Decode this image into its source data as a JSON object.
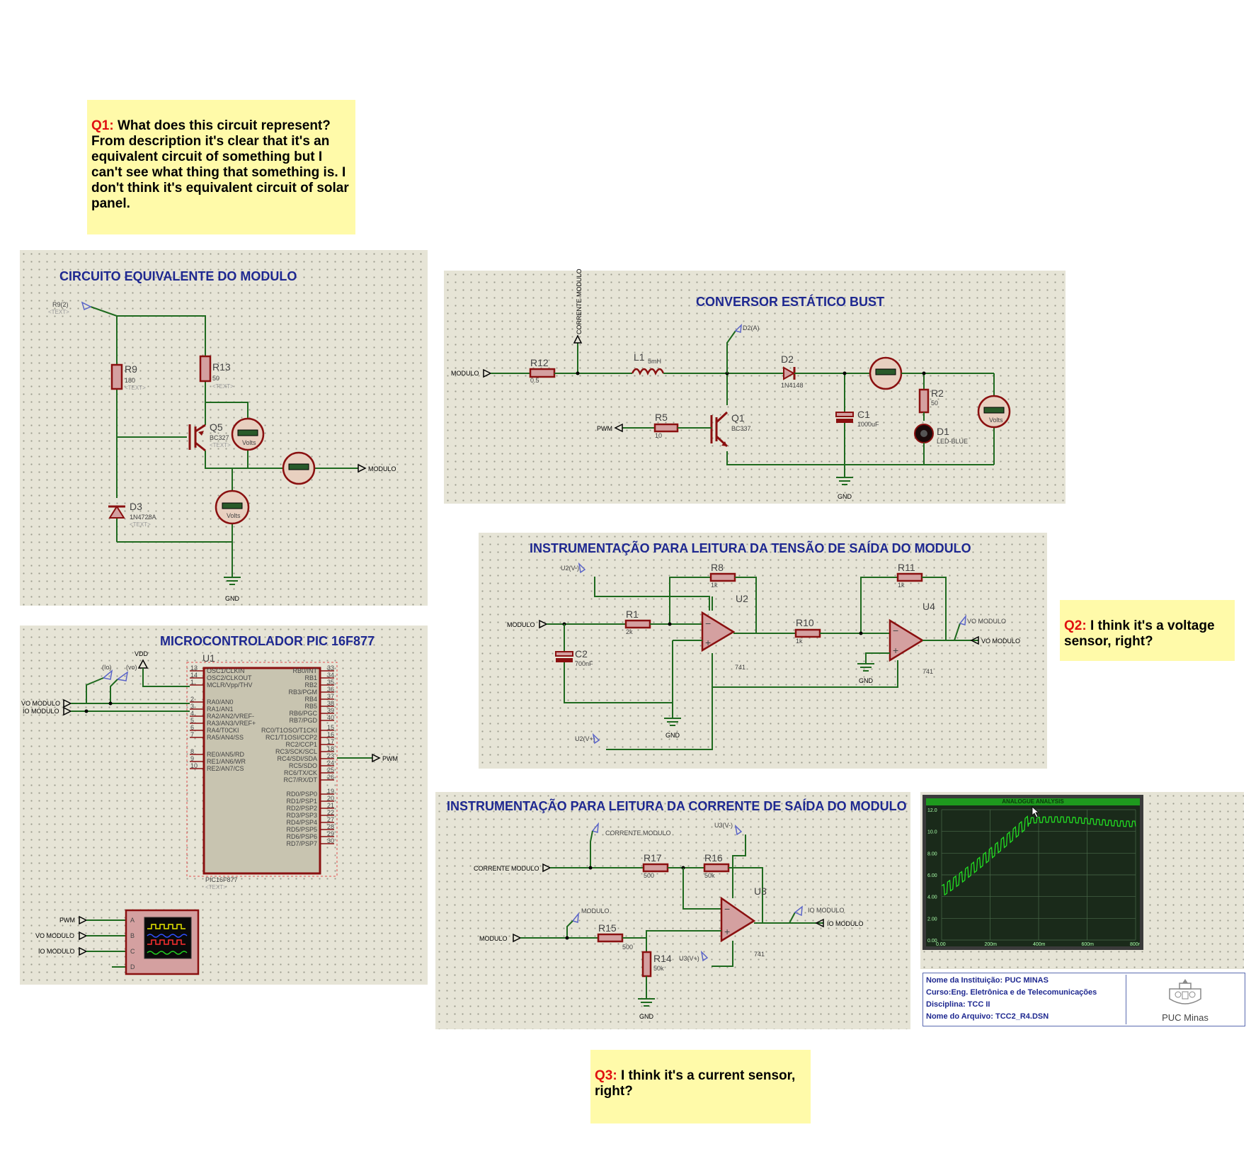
{
  "notes": {
    "q1": {
      "label": "Q1:",
      "text": "What does this circuit represent? From description it's clear that it's an equivalent circuit of something but I can't see what thing that something is. I don't think it's equivalent circuit of solar panel."
    },
    "q2": {
      "label": "Q2:",
      "text": "I think it's a voltage sensor, right?"
    },
    "q3": {
      "label": "Q3:",
      "text": "I think it's a current sensor, right?"
    }
  },
  "panels": {
    "equivalent": {
      "title": "CIRCUITO EQUIVALENTE DO MODULO",
      "r9": {
        "ref": "R9",
        "value": "180"
      },
      "r13": {
        "ref": "R13",
        "value": "50"
      },
      "q5": {
        "ref": "Q5",
        "value": "BC327"
      },
      "d3": {
        "ref": "D3",
        "value": "1N4728A"
      },
      "probe": "R9(2)",
      "modulo": "MODULO",
      "gnd": "GND",
      "text_tag": "<TEXT>"
    },
    "boost": {
      "title": "CONVERSOR ESTÁTICO BUST",
      "modulo": "MODULO",
      "corrente": "CORRENTE MODULO",
      "pwm": "PWM",
      "r12": {
        "ref": "R12",
        "value": "0.5"
      },
      "l1": {
        "ref": "L1",
        "value": "5mH"
      },
      "d2": {
        "ref": "D2",
        "value": "1N4148"
      },
      "d2a": "D2(A)",
      "r5": {
        "ref": "R5",
        "value": "10"
      },
      "q1": {
        "ref": "Q1",
        "value": "BC337"
      },
      "c1": {
        "ref": "C1",
        "value": "1000uF"
      },
      "r2": {
        "ref": "R2",
        "value": "50"
      },
      "d1": {
        "ref": "D1",
        "value": "LED-BLUE"
      },
      "gnd": "GND"
    },
    "voltage": {
      "title": "INSTRUMENTAÇÃO PARA LEITURA DA TENSÃO DE SAÍDA DO MODULO",
      "u2m": "U2(V-)",
      "u2p": "U2(V+)",
      "modulo": "MODULO",
      "r8": {
        "ref": "R8",
        "value": "1k"
      },
      "r1": {
        "ref": "R1",
        "value": "2k"
      },
      "c2": {
        "ref": "C2",
        "value": "700nF"
      },
      "u2": {
        "ref": "U2",
        "value": "741"
      },
      "r10": {
        "ref": "R10",
        "value": "1k"
      },
      "r11": {
        "ref": "R11",
        "value": "1k"
      },
      "u4": {
        "ref": "U4",
        "value": "741"
      },
      "vo_probe": "VO MODULO",
      "vo_term": "VO MODULO",
      "gnd": "GND"
    },
    "micro": {
      "title": "MICROCONTROLADOR PIC 16F877",
      "u1": "U1",
      "part": "PIC16F877",
      "vdd": "VDD",
      "io_probe": "(Io)",
      "vo_probe": "(vo)",
      "vo_term": "VO MODULO",
      "io_term": "IO MODULO",
      "pwm": "PWM",
      "left_pins": [
        {
          "num": "13",
          "name": "OSC1/CLKIN"
        },
        {
          "num": "14",
          "name": "OSC2/CLKOUT"
        },
        {
          "num": "1",
          "name": "MCLR/Vpp/THV"
        },
        {
          "num": "2",
          "name": "RA0/AN0"
        },
        {
          "num": "3",
          "name": "RA1/AN1"
        },
        {
          "num": "4",
          "name": "RA2/AN2/VREF-"
        },
        {
          "num": "5",
          "name": "RA3/AN3/VREF+"
        },
        {
          "num": "6",
          "name": "RA4/T0CKI"
        },
        {
          "num": "7",
          "name": "RA5/AN4/SS"
        },
        {
          "num": "8",
          "name": "RE0/AN5/RD"
        },
        {
          "num": "9",
          "name": "RE1/AN6/WR"
        },
        {
          "num": "10",
          "name": "RE2/AN7/CS"
        }
      ],
      "right_pins": [
        {
          "num": "33",
          "name": "RB0/INT"
        },
        {
          "num": "34",
          "name": "RB1"
        },
        {
          "num": "35",
          "name": "RB2"
        },
        {
          "num": "36",
          "name": "RB3/PGM"
        },
        {
          "num": "37",
          "name": "RB4"
        },
        {
          "num": "38",
          "name": "RB5"
        },
        {
          "num": "39",
          "name": "RB6/PGC"
        },
        {
          "num": "40",
          "name": "RB7/PGD"
        },
        {
          "num": "15",
          "name": "RC0/T1OSO/T1CKI"
        },
        {
          "num": "16",
          "name": "RC1/T1OSI/CCP2"
        },
        {
          "num": "17",
          "name": "RC2/CCP1"
        },
        {
          "num": "18",
          "name": "RC3/SCK/SCL"
        },
        {
          "num": "23",
          "name": "RC4/SDI/SDA"
        },
        {
          "num": "24",
          "name": "RC5/SDO"
        },
        {
          "num": "25",
          "name": "RC6/TX/CK"
        },
        {
          "num": "26",
          "name": "RC7/RX/DT"
        },
        {
          "num": "19",
          "name": "RD0/PSP0"
        },
        {
          "num": "20",
          "name": "RD1/PSP1"
        },
        {
          "num": "21",
          "name": "RD2/PSP2"
        },
        {
          "num": "22",
          "name": "RD3/PSP3"
        },
        {
          "num": "27",
          "name": "RD4/PSP4"
        },
        {
          "num": "28",
          "name": "RD5/PSP5"
        },
        {
          "num": "29",
          "name": "RD6/PSP6"
        },
        {
          "num": "30",
          "name": "RD7/PSP7"
        }
      ],
      "scope_in": [
        "PWM",
        "VO MODULO",
        "IO MODULO"
      ],
      "scope_ch": [
        "A",
        "B",
        "C",
        "D"
      ]
    },
    "current": {
      "title": "INSTRUMENTAÇÃO PARA LEITURA DA CORRENTE DE SAÍDA DO MODULO",
      "corrente_term": "CORRENTE MODULO",
      "corrente_probe": "CORRENTE MODULO",
      "modulo_term": "MODULO",
      "modulo_probe": "MODULO",
      "u3m": "U3(V-)",
      "u3p": "U3(V+)",
      "r17": {
        "ref": "R17",
        "value": "500"
      },
      "r16": {
        "ref": "R16",
        "value": "50k"
      },
      "r15": {
        "ref": "R15",
        "value": "500"
      },
      "r14": {
        "ref": "R14",
        "value": "50k"
      },
      "u3": {
        "ref": "U3",
        "value": "741"
      },
      "io_probe": "IO MODULO",
      "io_term": "IO MODULO",
      "gnd": "GND"
    }
  },
  "scope": {
    "title": "ANALOGUE ANALYSIS",
    "y_ticks": [
      "12.0",
      "10.0",
      "8.00",
      "6.00",
      "4.00",
      "2.00",
      "0.00"
    ],
    "x_ticks": [
      "0.00",
      "200m",
      "400m",
      "600m",
      "800m"
    ],
    "trace_color": "#22dd22"
  },
  "title_block": {
    "instituicao": "Nome da Instituição: PUC MINAS",
    "curso": "Curso:Eng. Eletrônica e de Telecomunicações",
    "disciplina": "Disciplina: TCC II",
    "arquivo": "Nome do Arquivo: TCC2_R4.DSN",
    "logo": "PUC Minas"
  }
}
